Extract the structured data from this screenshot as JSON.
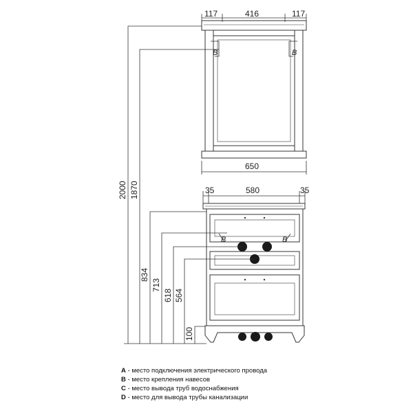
{
  "header": {
    "title_fragment": ""
  },
  "top_view": {
    "dim_left": "117",
    "dim_center": "416",
    "dim_right": "117",
    "dim_bottom": "650",
    "mark_left": "B",
    "mark_right": "B"
  },
  "heights": {
    "h2000": "2000",
    "h1870": "1870",
    "h834": "834",
    "h713": "713",
    "h618": "618",
    "h564": "564",
    "h100": "100"
  },
  "front_view": {
    "dim_left": "35",
    "dim_center": "580",
    "dim_right": "35",
    "mark_left": "B",
    "mark_right": "B"
  },
  "legend": [
    {
      "key": "A",
      "text": " - место подключения электрического провода"
    },
    {
      "key": "B",
      "text": " - место крепления навесов"
    },
    {
      "key": "C",
      "text": " - место вывода труб водоснабжения"
    },
    {
      "key": "D",
      "text": " - место для вывода трубы канализации"
    }
  ]
}
